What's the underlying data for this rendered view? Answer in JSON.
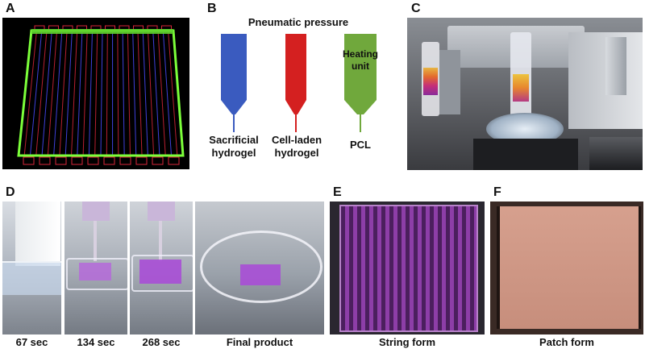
{
  "panels": {
    "a": {
      "letter": "A"
    },
    "b": {
      "letter": "B",
      "title": "Pneumatic pressure",
      "nozzles": [
        {
          "label_line1": "Sacrificial",
          "label_line2": "hydrogel",
          "color": "#3a5bbf"
        },
        {
          "label_line1": "Cell-laden",
          "label_line2": "hydrogel",
          "color": "#d42020"
        },
        {
          "label_line1": "PCL",
          "label_line2": "",
          "color": "#70a83c",
          "unit_line1": "Heating",
          "unit_line2": "unit"
        }
      ]
    },
    "c": {
      "letter": "C"
    },
    "d": {
      "letter": "D",
      "captions": [
        "67 sec",
        "134 sec",
        "268 sec",
        "Final product"
      ]
    },
    "e": {
      "letter": "E",
      "caption": "String form"
    },
    "f": {
      "letter": "F",
      "caption": "Patch form"
    }
  },
  "colors": {
    "frame_green": "#7cff3a",
    "grid_blue": "#4a4cff",
    "grid_red": "#d8263a"
  }
}
